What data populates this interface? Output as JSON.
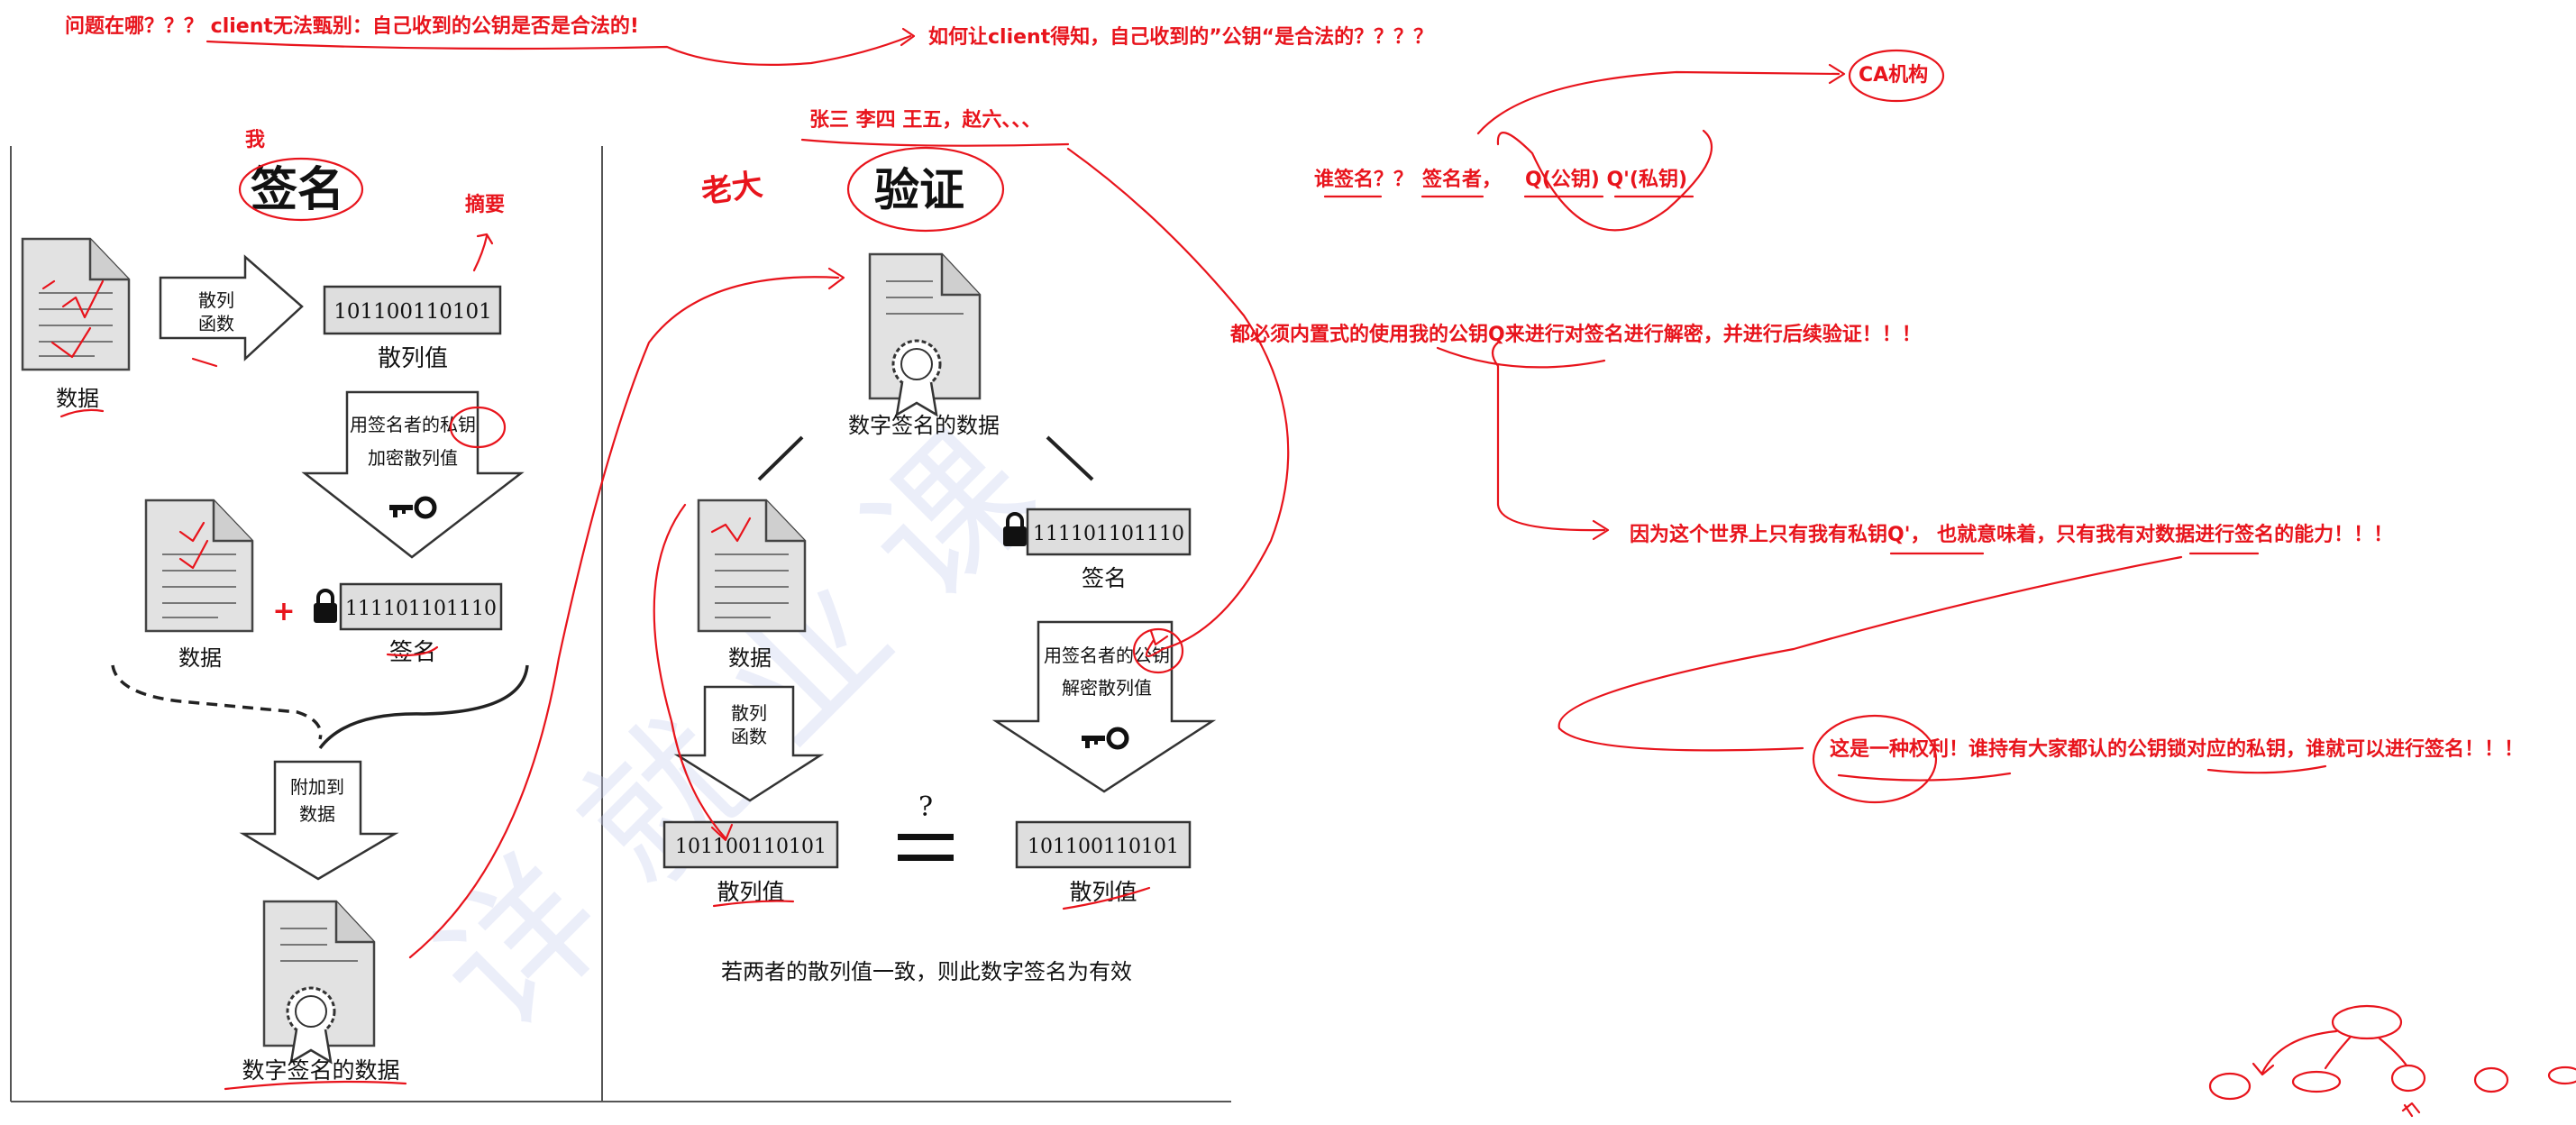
{
  "annotations": {
    "top_question": "问题在哪？？？ client无法甄别：自己收到的公钥是否是合法的!",
    "top_how": "如何让client得知，自己收到的”公钥“是合法的？？？？",
    "ca": "CA机构",
    "names": "张三  李四  王五，赵六、、、",
    "me": "我",
    "digest": "摘要",
    "who_signs": "谁签名？？",
    "signer": "签名者，",
    "keys": "Q(公钥)  Q'(私钥)",
    "must_builtin": "都必须内置式的使用我的公钥Q来进行对签名进行解密，并进行后续验证！！！",
    "only_me": "因为这个世界上只有我有私钥Q'，  也就意味着，只有我有对数据进行签名的能力！！！",
    "a_right": "这是一种权利！谁持有大家都认的公钥锁对应的私钥，谁就可以进行签名！！！",
    "scribble": "老大"
  },
  "sign_panel": {
    "title": "签名",
    "data_label": "数据",
    "hash_fn": [
      "散列",
      "函数"
    ],
    "hash_value": "101100110101",
    "hash_value_label": "散列值",
    "encrypt": [
      "用签名者的私钥",
      "加密散列值"
    ],
    "data2_label": "数据",
    "signature": "111101101110",
    "signature_label": "签名",
    "plus": "+",
    "append": [
      "附加到",
      "数据"
    ],
    "signed_data": "数字签名的数据"
  },
  "verify_panel": {
    "title": "验证",
    "signed_data": "数字签名的数据",
    "data_label": "数据",
    "hash_fn": [
      "散列",
      "函数"
    ],
    "signature": "111101101110",
    "signature_label": "签名",
    "decrypt": [
      "用签名者的公钥",
      "解密散列值"
    ],
    "hash_left": "101100110101",
    "hash_left_label": "散列值",
    "question": "?",
    "hash_right": "101100110101",
    "hash_right_label": "散列值",
    "conclusion": "若两者的散列值一致，则此数字签名为有效"
  },
  "watermark": "详 就 业 课"
}
